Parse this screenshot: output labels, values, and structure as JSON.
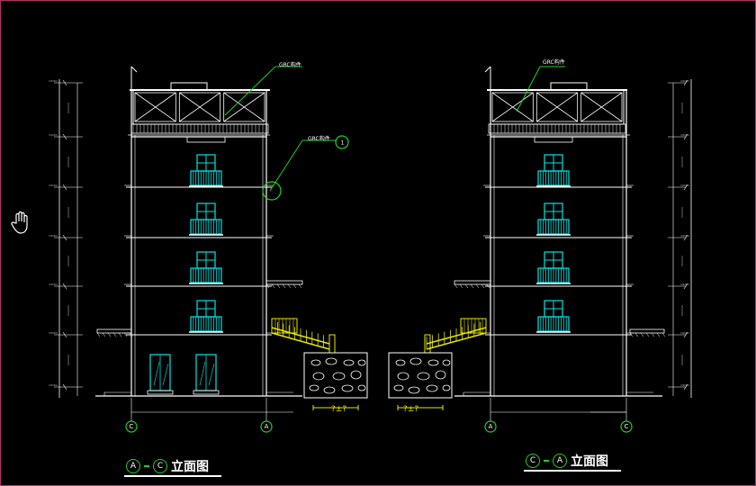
{
  "colors": {
    "background": "#000000",
    "line": "#ffffff",
    "cyan": "#00e5e5",
    "green": "#22d022",
    "yellow": "#e6e600",
    "frame": "#b0336a"
  },
  "cursor": {
    "icon": "hand-pan-icon"
  },
  "left_elevation": {
    "title": "立面图",
    "axis_start": "A",
    "axis_end": "C",
    "annotation_top": "GRC构件",
    "annotation_mid": "GRC构件",
    "annotation_mid_axis": "1",
    "footing_label": "?±?",
    "grid_label_left": "C",
    "grid_label_right": "A"
  },
  "right_elevation": {
    "title": "立面图",
    "axis_start": "C",
    "axis_end": "A",
    "annotation_top": "GRC构件",
    "footing_label": "?±?",
    "grid_label_left": "A",
    "grid_label_right": "C"
  }
}
